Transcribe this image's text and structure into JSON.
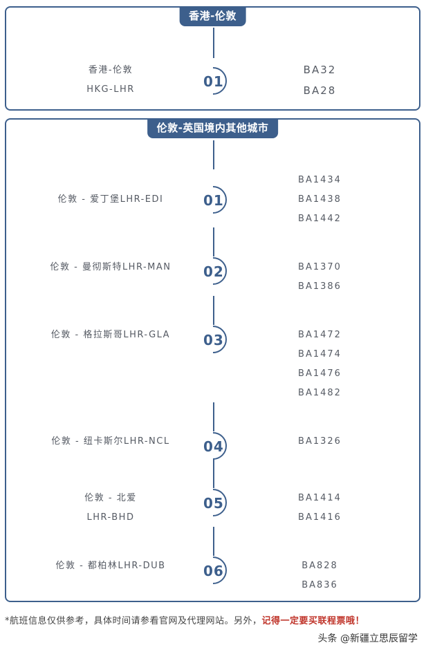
{
  "section1": {
    "title": "香港-伦敦",
    "rows": [
      {
        "num": "01",
        "route_lines": [
          "香港-伦敦",
          "HKG-LHR"
        ],
        "flights": [
          "BA32",
          "BA28"
        ]
      }
    ]
  },
  "section2": {
    "title": "伦敦-英国境内其他城市",
    "rows": [
      {
        "num": "01",
        "route_lines": [
          "伦敦 - 爱丁堡LHR-EDI"
        ],
        "flights": [
          "BA1434",
          "BA1438",
          "BA1442"
        ]
      },
      {
        "num": "02",
        "route_lines": [
          "伦敦 - 曼彻斯特LHR-MAN"
        ],
        "flights": [
          "BA1370",
          "BA1386"
        ]
      },
      {
        "num": "03",
        "route_lines": [
          "伦敦 - 格拉斯哥LHR-GLA"
        ],
        "flights": [
          "BA1472",
          "BA1474",
          "BA1476",
          "BA1482"
        ]
      },
      {
        "num": "04",
        "route_lines": [
          "伦敦 - 纽卡斯尔LHR-NCL"
        ],
        "flights": [
          "BA1326"
        ]
      },
      {
        "num": "05",
        "route_lines": [
          "伦敦 - 北爱",
          "LHR-BHD"
        ],
        "flights": [
          "BA1414",
          "BA1416"
        ]
      },
      {
        "num": "06",
        "route_lines": [
          "伦敦 - 都柏林LHR-DUB"
        ],
        "flights": [
          "BA828",
          "BA836"
        ]
      }
    ]
  },
  "footer": {
    "note": "*航班信息仅供参考，具体时间请参看官网及代理网站。另外，",
    "highlight": "记得一定要买联程票哦！"
  },
  "watermark": "头条 @新疆立思辰留学",
  "colors": {
    "accent": "#3d5f8c",
    "highlight": "#c0362c"
  }
}
